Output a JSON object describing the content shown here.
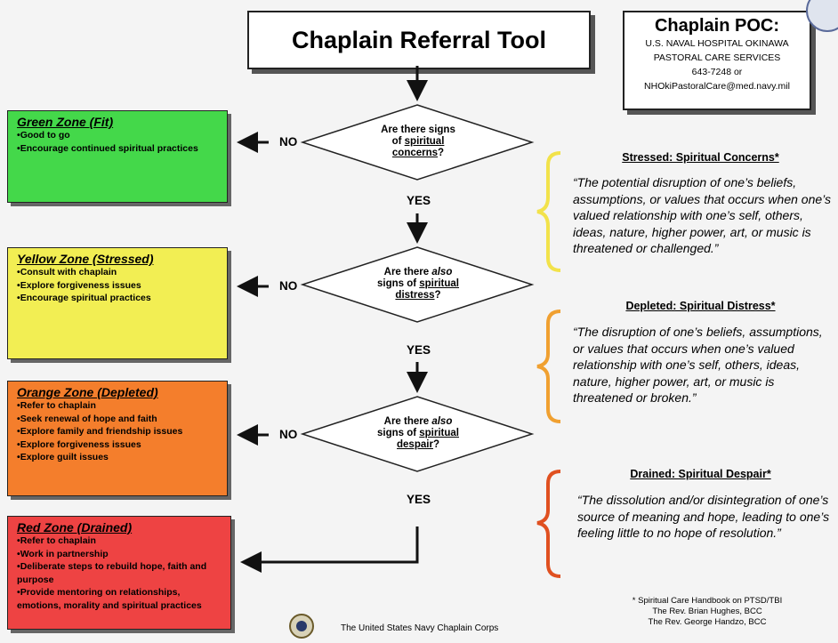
{
  "title": "Chaplain Referral Tool",
  "poc": {
    "heading": "Chaplain POC:",
    "line1": "U.S. NAVAL HOSPITAL OKINAWA",
    "line2": "PASTORAL CARE SERVICES",
    "phone": "643-7248 or",
    "email": "NHOkiPastoralCare@med.navy.mil"
  },
  "decisions": [
    {
      "pre": "Are there signs",
      "line2_pre": "of ",
      "keyword_a": "spiritual",
      "keyword_b": "concerns",
      "post": "?"
    },
    {
      "pre": "Are there ",
      "also": "also",
      "line2_pre": "signs of ",
      "keyword_a": "spiritual",
      "keyword_b": "distress",
      "post": "?"
    },
    {
      "pre": "Are  there ",
      "also": "also",
      "line2_pre": "signs of ",
      "keyword_a": "spiritual",
      "keyword_b": "despair",
      "post": "?"
    }
  ],
  "labels": {
    "no": "NO",
    "yes": "YES"
  },
  "zones": [
    {
      "title": "Green Zone (Fit)",
      "items": [
        "Good to go",
        "Encourage continued spiritual practices"
      ],
      "color": "#44d84a"
    },
    {
      "title": "Yellow Zone (Stressed)",
      "items": [
        "Consult with chaplain",
        "Explore forgiveness issues",
        "Encourage spiritual practices"
      ],
      "color": "#f2ee53"
    },
    {
      "title": "Orange Zone (Depleted)",
      "items": [
        "Refer to chaplain",
        "Seek renewal of hope and faith",
        "Explore family and friendship issues",
        "Explore forgiveness issues",
        "Explore guilt issues"
      ],
      "color": "#f47e2c"
    },
    {
      "title": "Red Zone (Drained)",
      "items": [
        "Refer to chaplain",
        "Work in partnership",
        "Deliberate steps to rebuild hope, faith and purpose",
        "Provide mentoring on relationships, emotions, morality and spiritual practices"
      ],
      "color": "#ee4343"
    }
  ],
  "definitions": [
    {
      "heading": "Stressed: Spiritual Concerns*",
      "text": "“The potential disruption of one’s beliefs, assumptions, or values that occurs when one’s valued relationship with one’s self, others, ideas, nature, higher power, art, or music is threatened or challenged.”",
      "brace_color": "#f2e24a"
    },
    {
      "heading": "Depleted: Spiritual Distress*",
      "text": "“The disruption of one’s beliefs, assumptions, or values that occurs when one’s valued relationship with one’s self, others, ideas, nature, higher power, art, or music is threatened or broken.”",
      "brace_color": "#f0a030"
    },
    {
      "heading": "Drained: Spiritual Despair*",
      "text": "“The dissolution and/or disintegration of one’s source of meaning and hope, leading to one’s feeling little to no hope of resolution.”",
      "brace_color": "#e05020"
    }
  ],
  "footnote": {
    "line1": "* Spiritual Care Handbook on PTSD/TBI",
    "line2": "The Rev. Brian Hughes, BCC",
    "line3": "The Rev. George Handzo, BCC"
  },
  "footer": "The United States Navy Chaplain Corps"
}
